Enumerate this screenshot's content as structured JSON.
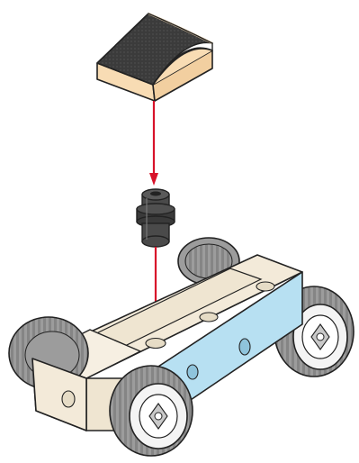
{
  "diagram": {
    "kind": "exploded-assembly-illustration",
    "parts": [
      {
        "id": "curved-slope-brick",
        "icon": "curved-slope-brick-icon"
      },
      {
        "id": "axle-connector-peg",
        "icon": "connector-peg-icon"
      },
      {
        "id": "wheeled-chassis",
        "icon": "chassis-icon"
      }
    ],
    "colors": {
      "assembly_arrow": "#d8132a",
      "brick_body": "#f8dcb4",
      "brick_top": "#3b3b3b",
      "peg": "#444444",
      "chassis_wood": "#f3ead9",
      "chassis_side_panel": "#b7e0f2",
      "tire": "#9c9c9c",
      "hub": "#f4f4f4",
      "outline": "#222222"
    }
  }
}
